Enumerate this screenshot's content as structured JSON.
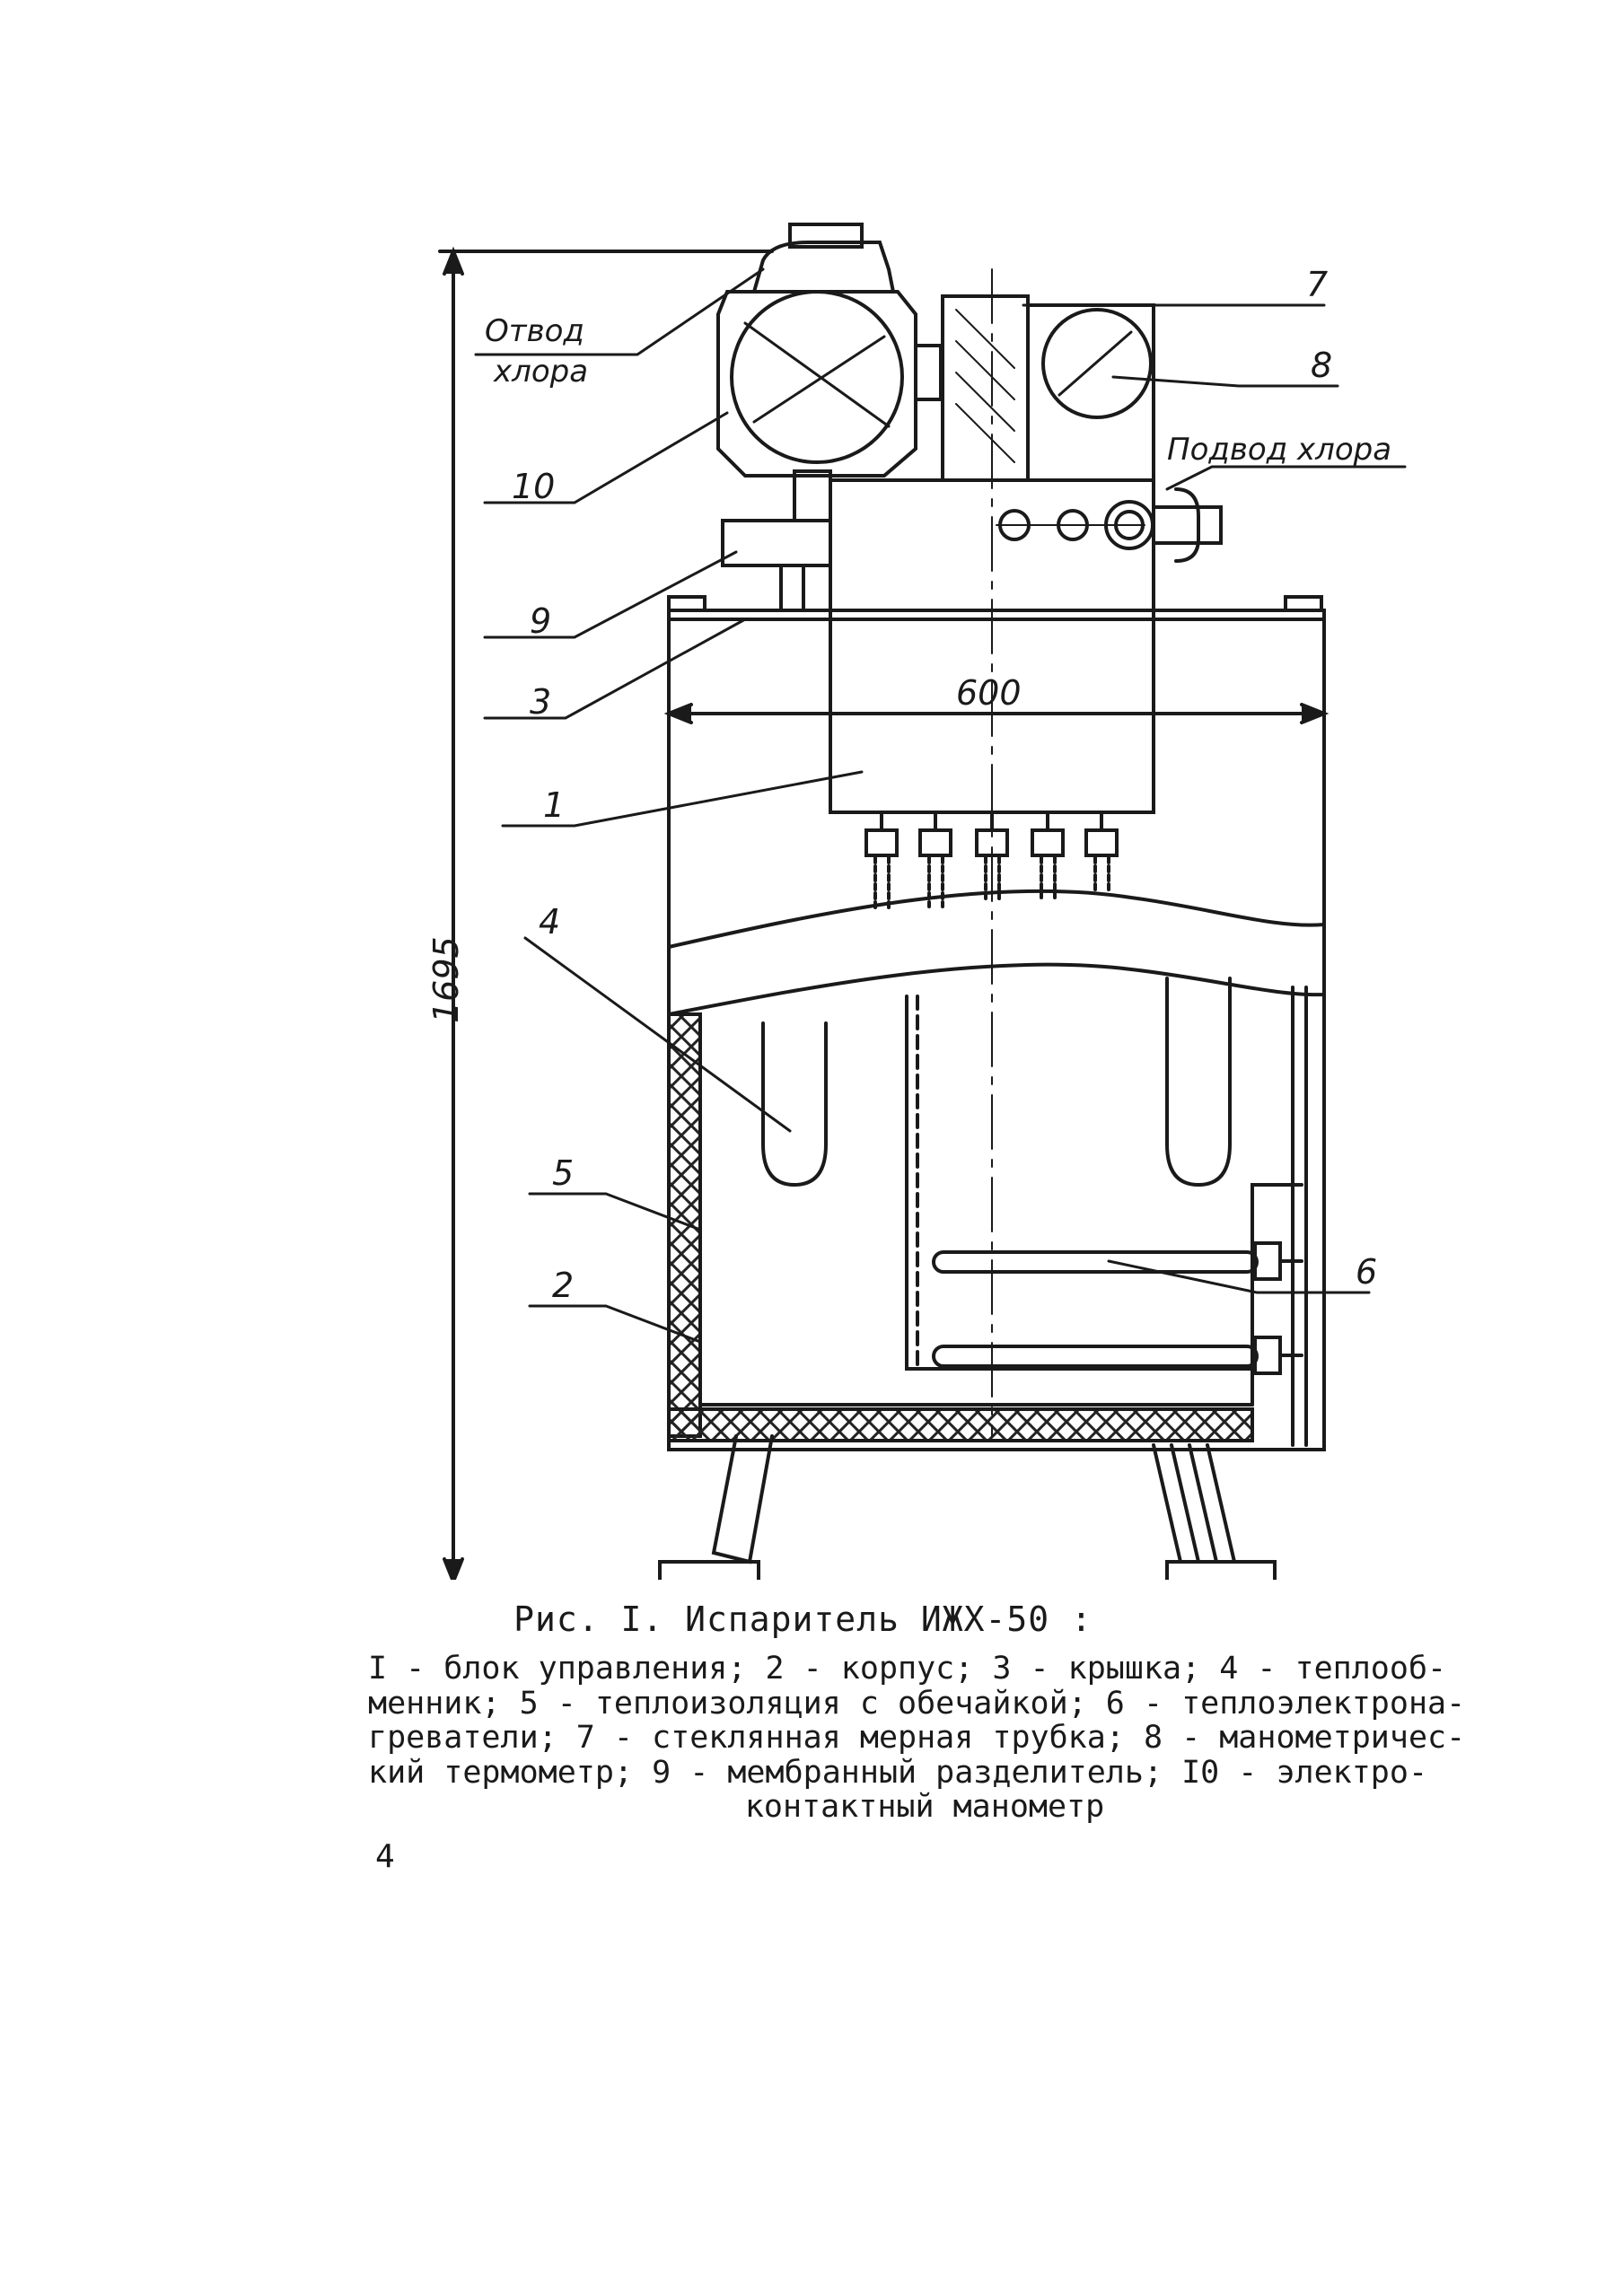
{
  "labels": {
    "otvod": [
      "Отвод",
      "хлора"
    ],
    "podvod": "Подвод хлора",
    "width": "600",
    "height": "1695",
    "parts": [
      "1",
      "2",
      "3",
      "4",
      "5",
      "6",
      "7",
      "8",
      "9",
      "10"
    ]
  },
  "caption": {
    "title": "Рис. I. Испаритель ИЖХ-50 :",
    "lines": [
      "I - блок управления; 2 - корпус; 3 - крышка; 4 - теплооб-",
      "менник; 5 - теплоизоляция с обечайкой; 6 - теплоэлектрона-",
      "греватели; 7 - стеклянная мерная трубка; 8 - манометричес-",
      "кий термометр; 9 - мембранный разделитель; I0 - электро-",
      "контактный манометр"
    ]
  },
  "page_number": "4"
}
